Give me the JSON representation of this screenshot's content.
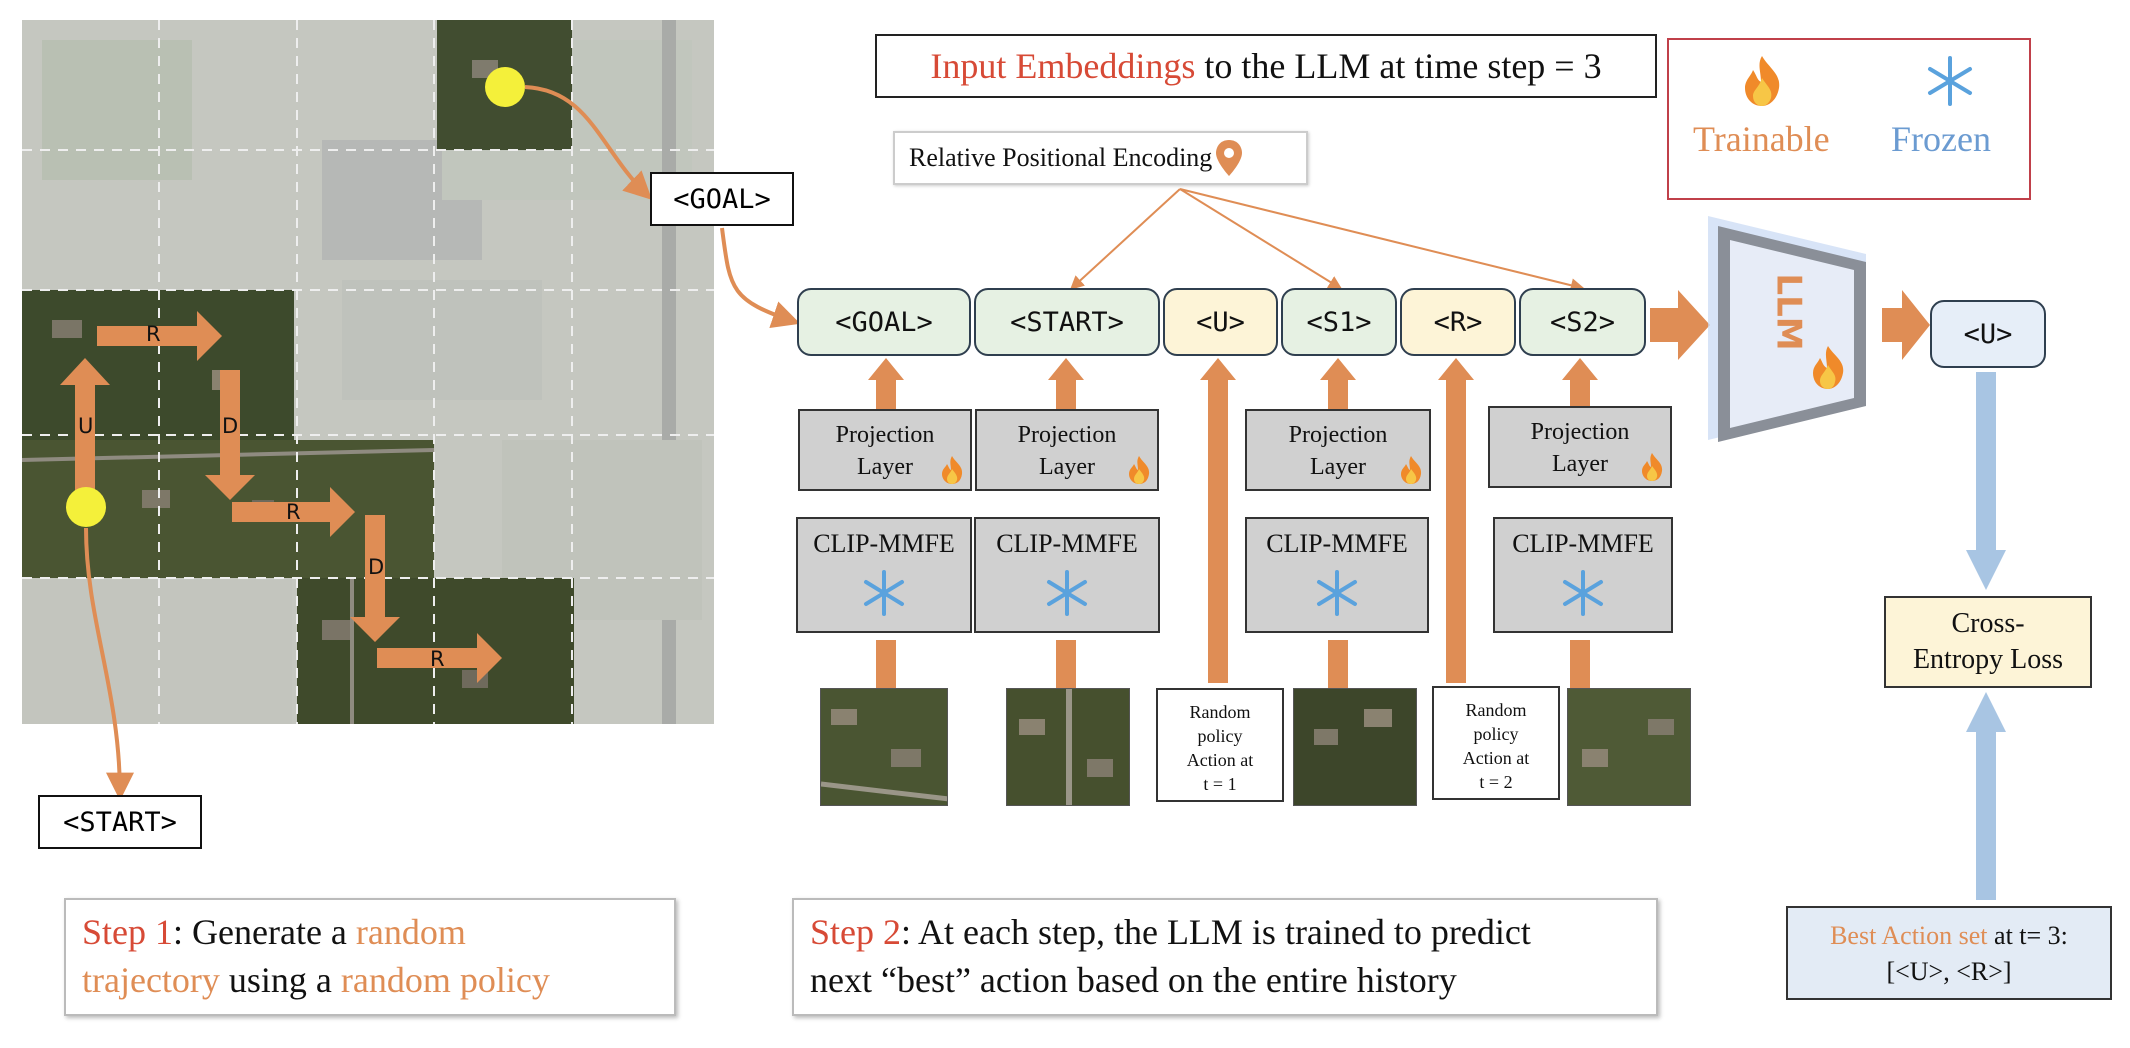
{
  "map": {
    "goal_tag": "<GOAL>",
    "start_tag": "<START>",
    "actions": [
      "R",
      "U",
      "D",
      "R",
      "D",
      "R"
    ]
  },
  "header": {
    "title_highlight": "Input Embeddings",
    "title_rest": " to the LLM at time step = 3",
    "rpe_label": "Relative Positional Encoding"
  },
  "legend": {
    "trainable": "Trainable",
    "frozen": "Frozen"
  },
  "tokens": [
    "<GOAL>",
    "<START>",
    "<U>",
    "<S1>",
    "<R>",
    "<S2>"
  ],
  "projection_label_1": "Projection",
  "projection_label_2": "Layer",
  "clip_label": "CLIP-MMFE",
  "random_action_1": [
    "Random",
    "policy",
    "Action at",
    "t = 1"
  ],
  "random_action_2": [
    "Random",
    "policy",
    "Action at",
    "t = 2"
  ],
  "llm_label": "LLM",
  "output_token": "<U>",
  "loss": {
    "line1": "Cross-",
    "line2": "Entropy Loss"
  },
  "best_action": {
    "highlight": "Best Action set",
    "rest": " at t= 3:",
    "value": "[<U>, <R>]"
  },
  "step1": {
    "label": "Step 1",
    "t1": ": Generate a ",
    "t2": "random",
    "t3": "trajectory",
    "t4": " using a ",
    "t5": "random policy"
  },
  "step2": {
    "label": "Step 2",
    "line1": ": At each step, the LLM is trained to predict",
    "line2": "next “best” action based on the entire history"
  },
  "colors": {
    "arrow_orange": "#df8d55",
    "arrow_blue": "#a8c5e3",
    "accent_red": "#d74a36"
  }
}
